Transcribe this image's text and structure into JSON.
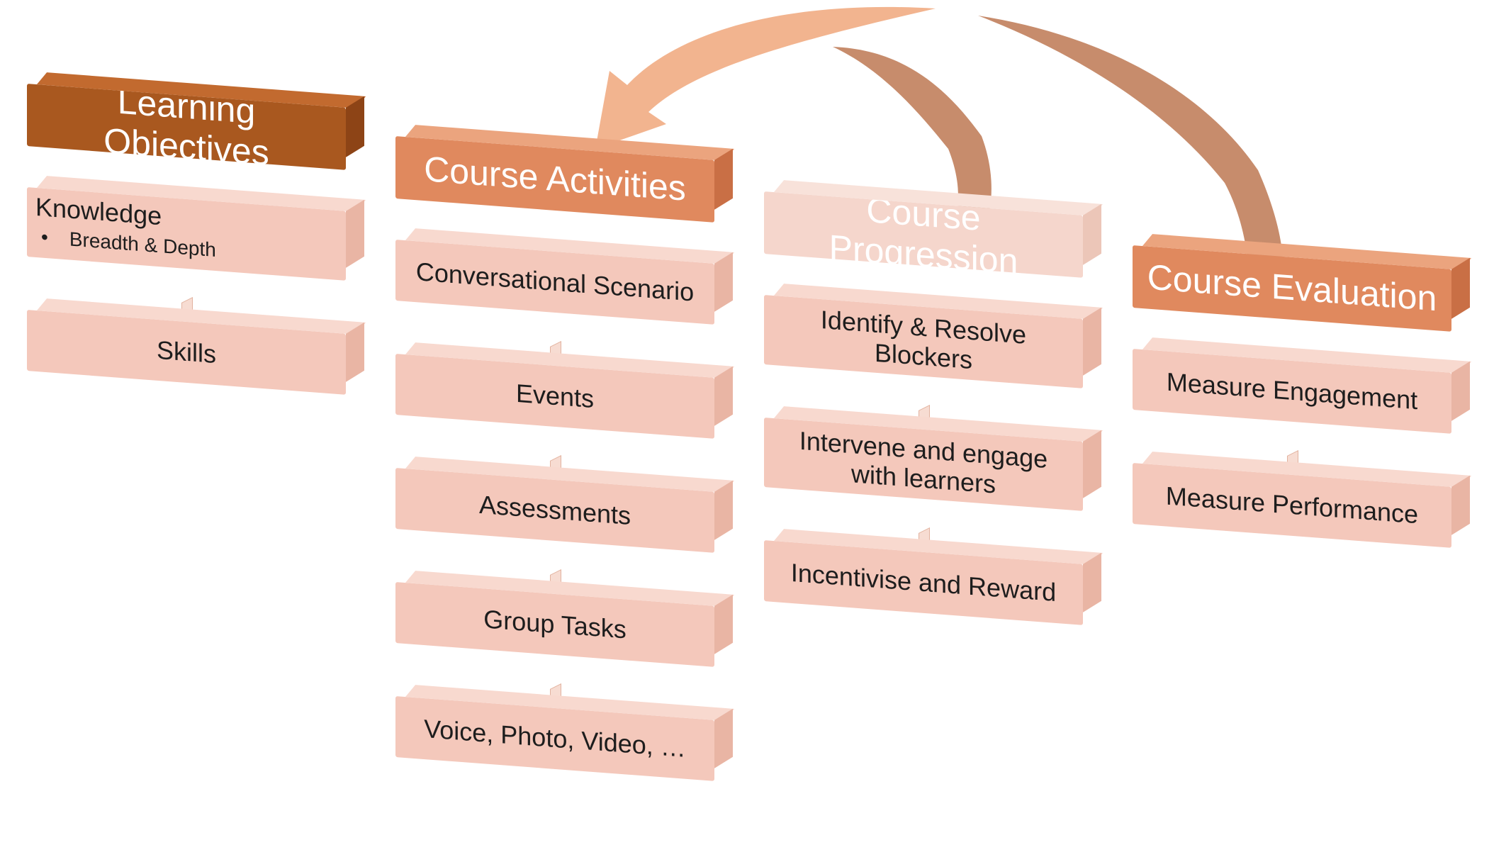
{
  "columns": [
    {
      "header": "Learning Objectives",
      "items": [
        {
          "title": "Knowledge",
          "bullet": "Breadth & Depth"
        },
        {
          "title": "Skills"
        }
      ]
    },
    {
      "header": "Course Activities",
      "items": [
        {
          "title": "Conversational Scenario"
        },
        {
          "title": "Events"
        },
        {
          "title": "Assessments"
        },
        {
          "title": "Group Tasks"
        },
        {
          "title": "Voice, Photo, Video, …"
        }
      ]
    },
    {
      "header": "Course Progression",
      "items": [
        {
          "title": "Identify & Resolve Blockers"
        },
        {
          "title": "Intervene and engage with learners"
        },
        {
          "title": "Incentivise and Reward"
        }
      ]
    },
    {
      "header": "Course Evaluation",
      "items": [
        {
          "title": "Measure Engagement"
        },
        {
          "title": "Measure Performance"
        }
      ]
    }
  ],
  "colors": {
    "header_dark": "#a9581f",
    "header_mid": "#e0895e",
    "header_pale": "#f5d6cc",
    "item": "#f4c8bb",
    "arrow_light": "#f2b48f",
    "arrow_brown": "#c78c6c"
  }
}
